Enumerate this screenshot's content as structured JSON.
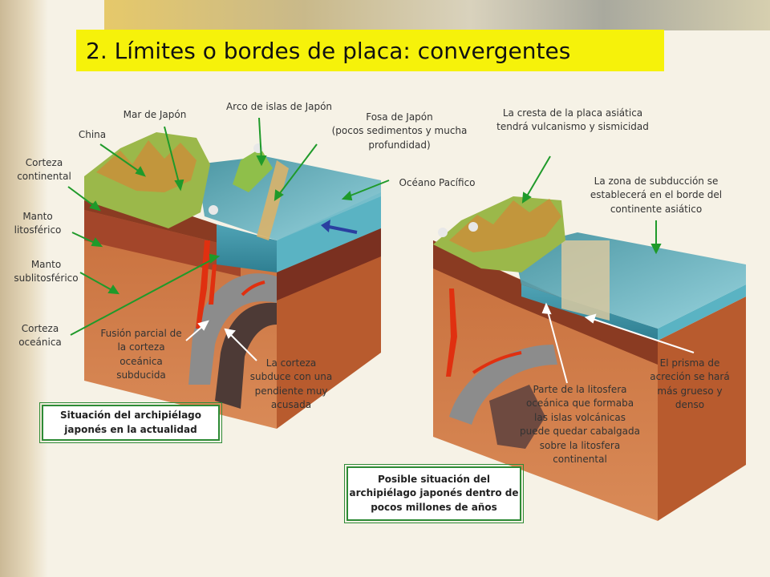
{
  "title": "2. Límites o bordes de placa: convergentes",
  "left_labels": {
    "mar_japon": "Mar de Japón",
    "arco_islas": "Arco de islas de Japón",
    "fosa_japon": "Fosa de Japón",
    "fosa_desc": "(pocos sedimentos y mucha profundidad)",
    "china": "China",
    "oceano_pacifico": "Océano Pacífico",
    "corteza_continental": "Corteza continental",
    "manto_litosferico": "Manto litosférico",
    "manto_sublitosferico": "Manto sublitosférico",
    "corteza_oceanica": "Corteza oceánica",
    "fusion_parcial": "Fusión parcial de la corteza oceánica subducida",
    "corteza_subduce": "La corteza subduce con una pendiente muy acusada"
  },
  "right_labels": {
    "cresta": "La cresta de la placa asiática tendrá vulcanismo y sismicidad",
    "zona_subduccion": "La zona de subducción se establecerá en el borde del continente asiático",
    "prisma": "El prisma de acreción se hará más grueso y denso",
    "parte_litosfera": "Parte de la litosfera oceánica que formaba las islas volcánicas puede quedar cabalgada sobre la litosfera continental"
  },
  "captions": {
    "actual": "Situación del archipiélago japonés en la actualidad",
    "futuro": "Posible situación del archipiélago japonés dentro de pocos millones de años"
  },
  "colors": {
    "title_bg": "#f6f20a",
    "caption_border": "#2e8b36",
    "pointer": "#1f9a2a",
    "mantle": "#c9683a",
    "ocean": "#5aa7b4",
    "land": "#9bb84a",
    "magma": "#e03010"
  }
}
